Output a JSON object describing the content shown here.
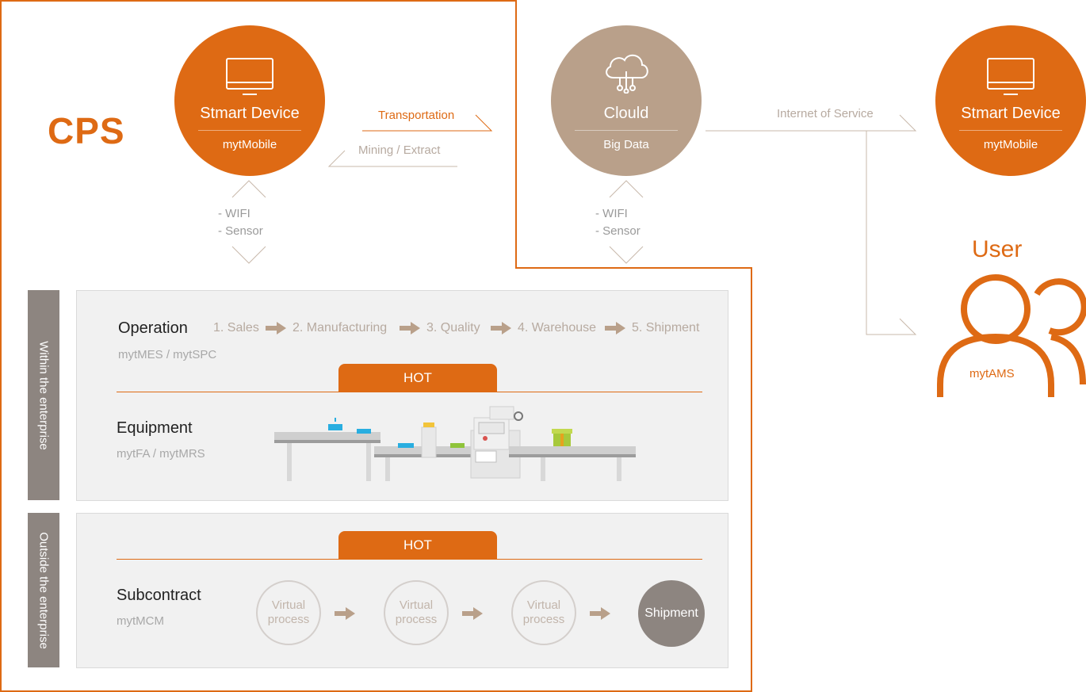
{
  "cps_label": "CPS",
  "smart_device_left": {
    "title": "Stmart Device",
    "sub": "mytMobile"
  },
  "cloud": {
    "title": "Clould",
    "sub": "Big Data"
  },
  "smart_device_right": {
    "title": "Stmart Device",
    "sub": "mytMobile"
  },
  "flows": {
    "transportation": "Transportation",
    "mining": "Mining / Extract",
    "internet_of_service": "Internet of Service"
  },
  "connect_left": [
    "- WIFI",
    "- Sensor"
  ],
  "connect_mid": [
    "- WIFI",
    "- Sensor"
  ],
  "user": {
    "label": "User",
    "sub": "mytAMS"
  },
  "sidebar_within": "Within the enterprise",
  "sidebar_outside": "Outside the enterprise",
  "operation": {
    "title": "Operation",
    "sub": "mytMES / mytSPC",
    "steps": [
      "1. Sales",
      "2. Manufacturing",
      "3. Quality",
      "4. Warehouse",
      "5. Shipment"
    ]
  },
  "hot_1": "HOT",
  "equipment": {
    "title": "Equipment",
    "sub": "mytFA / mytMRS"
  },
  "hot_2": "HOT",
  "subcontract": {
    "title": "Subcontract",
    "sub": "mytMCM",
    "processes": [
      {
        "line1": "Virtual",
        "line2": "process"
      },
      {
        "line1": "Virtual",
        "line2": "process"
      },
      {
        "line1": "Virtual",
        "line2": "process"
      }
    ],
    "final": "Shipment"
  },
  "colors": {
    "accent": "#de6a14",
    "cloud": "#b9a08a",
    "sidebar": "#8d8580",
    "panel": "#f1f1f1"
  }
}
